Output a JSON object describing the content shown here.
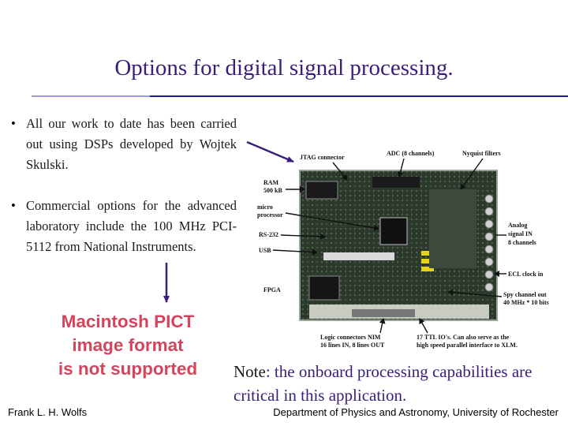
{
  "slide": {
    "title": "Options for digital signal processing.",
    "bullets": [
      "All our work to date has been carried out using DSPs developed by Wojtek Skulski.",
      "Commercial options for the advanced laboratory include the 100 MHz PCI-5112 from National Instruments."
    ],
    "bullet_glyph": "•",
    "pict_placeholder": [
      "Macintosh PICT",
      "image format",
      "is not supported"
    ],
    "note_keyword": "Note",
    "note_text": ": the onboard processing capabilities are critical in this application.",
    "footer_left": "Frank L. H. Wolfs",
    "footer_right": "Department of Physics and Astronomy, University of Rochester"
  },
  "board_labels": {
    "jtag": "JTAG connector",
    "adc": "ADC (8 channels)",
    "nyquist": "Nyquist filters",
    "ram_1": "RAM",
    "ram_2": "500 kB",
    "micro_1": "micro",
    "micro_2": "processor",
    "rs232": "RS-232",
    "usb": "USB",
    "fpga": "FPGA",
    "analog_1": "Analog",
    "analog_2": "signal  IN",
    "analog_3": "8 channels",
    "ecl": "ECL clock  in",
    "spy_1": "Spy channel out",
    "spy_2": "40 MHz * 10 bits",
    "logic_1": "Logic connectors NIM",
    "logic_2": "16 lines IN, 8 lines OUT",
    "ttl_1": "17 TTL IO's. Can also serve as the",
    "ttl_2": "high speed parallel interface to XLM."
  },
  "colors": {
    "title": "#3a1f7a",
    "pict_text": "#d4445a",
    "arrow": "#3a1f7a",
    "board_pcb": "#2c3a2c"
  }
}
